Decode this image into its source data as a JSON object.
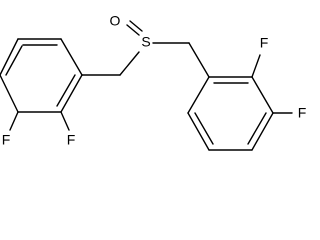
{
  "molecule": {
    "atoms": {
      "oxygen": "O",
      "sulfur": "S",
      "f_left_1": "F",
      "f_left_2": "F",
      "f_right_1": "F",
      "f_right_2": "F"
    }
  },
  "colors": {
    "bond": "#000000",
    "background": "#ffffff"
  }
}
